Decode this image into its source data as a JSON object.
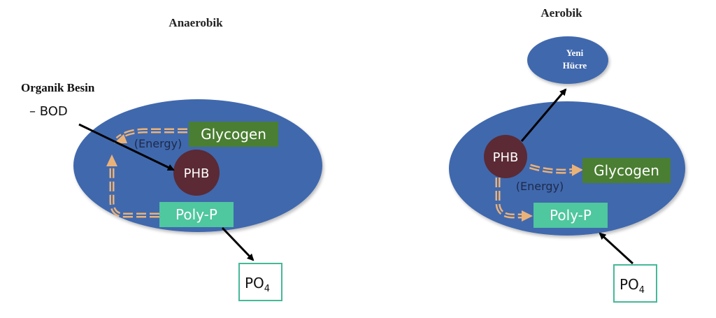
{
  "anaerobic": {
    "title": "Anaerobik",
    "organic_food": "Organik Besin",
    "bod": "– BOD",
    "glycogen": "Glycogen",
    "energy": "(Energy)",
    "phb": "PHB",
    "polyp": "Poly-P",
    "po4_base": "PO",
    "po4_sub": "4"
  },
  "aerobic": {
    "title": "Aerobik",
    "new_cell_line1": "Yeni",
    "new_cell_line2": "Hücre",
    "phb": "PHB",
    "glycogen": "Glycogen",
    "energy": "(Energy)",
    "polyp": "Poly-P",
    "po4_base": "PO",
    "po4_sub": "4"
  },
  "colors": {
    "cell_blue": "#3f68ad",
    "glycogen_green": "#4a7e32",
    "polyp_teal": "#4fc79f",
    "phb_maroon": "#5b2a34",
    "arrow_orange": "#e9b27a",
    "po4_border": "#46b898"
  }
}
